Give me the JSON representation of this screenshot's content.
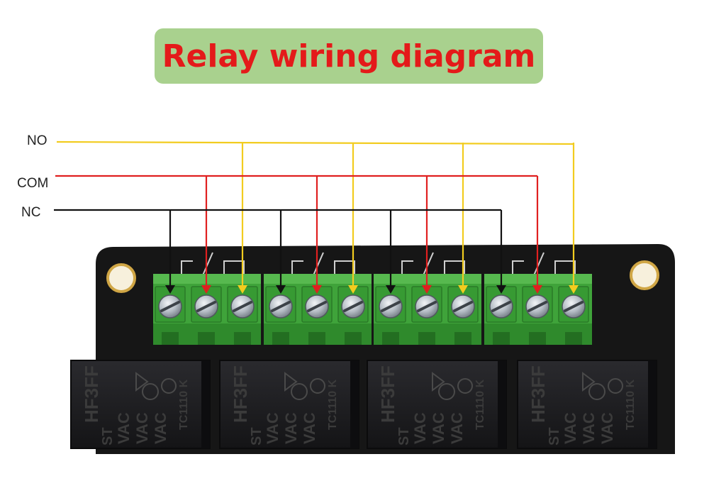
{
  "title": {
    "text": "Relay wiring diagram",
    "color": "#e41a1a",
    "banner_color": "#a9d18e"
  },
  "wires": [
    {
      "label": "NO",
      "color": "#f2cc1f"
    },
    {
      "label": "COM",
      "color": "#e02020"
    },
    {
      "label": "NC",
      "color": "#111111"
    }
  ],
  "terminal_blocks": [
    {
      "terminals": [
        "NC",
        "COM",
        "NO"
      ]
    },
    {
      "terminals": [
        "NC",
        "COM",
        "NO"
      ]
    },
    {
      "terminals": [
        "NC",
        "COM",
        "NO"
      ]
    },
    {
      "terminals": [
        "NC",
        "COM",
        "NO"
      ]
    }
  ],
  "relays": [
    {
      "model": "HF3FF",
      "rating": "TC1110 K",
      "lines": [
        "VAC",
        "VAC",
        "VAC"
      ],
      "suffix": "ST"
    },
    {
      "model": "HF3FF",
      "rating": "TC1110 K",
      "lines": [
        "VAC",
        "VAC",
        "VAC"
      ],
      "suffix": "ST"
    },
    {
      "model": "HF3FF",
      "rating": "TC1110 K",
      "lines": [
        "VAC",
        "VAC",
        "VAC"
      ],
      "suffix": "ST"
    },
    {
      "model": "HF3FF",
      "rating": "TC1110 K",
      "lines": [
        "VAC",
        "VAC",
        "VAC"
      ],
      "suffix": "ST"
    }
  ],
  "colors": {
    "board": "#161616",
    "terminal_green": "#3fa33a",
    "relay_body": "#1e1e22"
  },
  "icons": [
    "mounting-hole-icon",
    "screw-icon",
    "relay-symbol-icon",
    "certification-mark-icon"
  ]
}
